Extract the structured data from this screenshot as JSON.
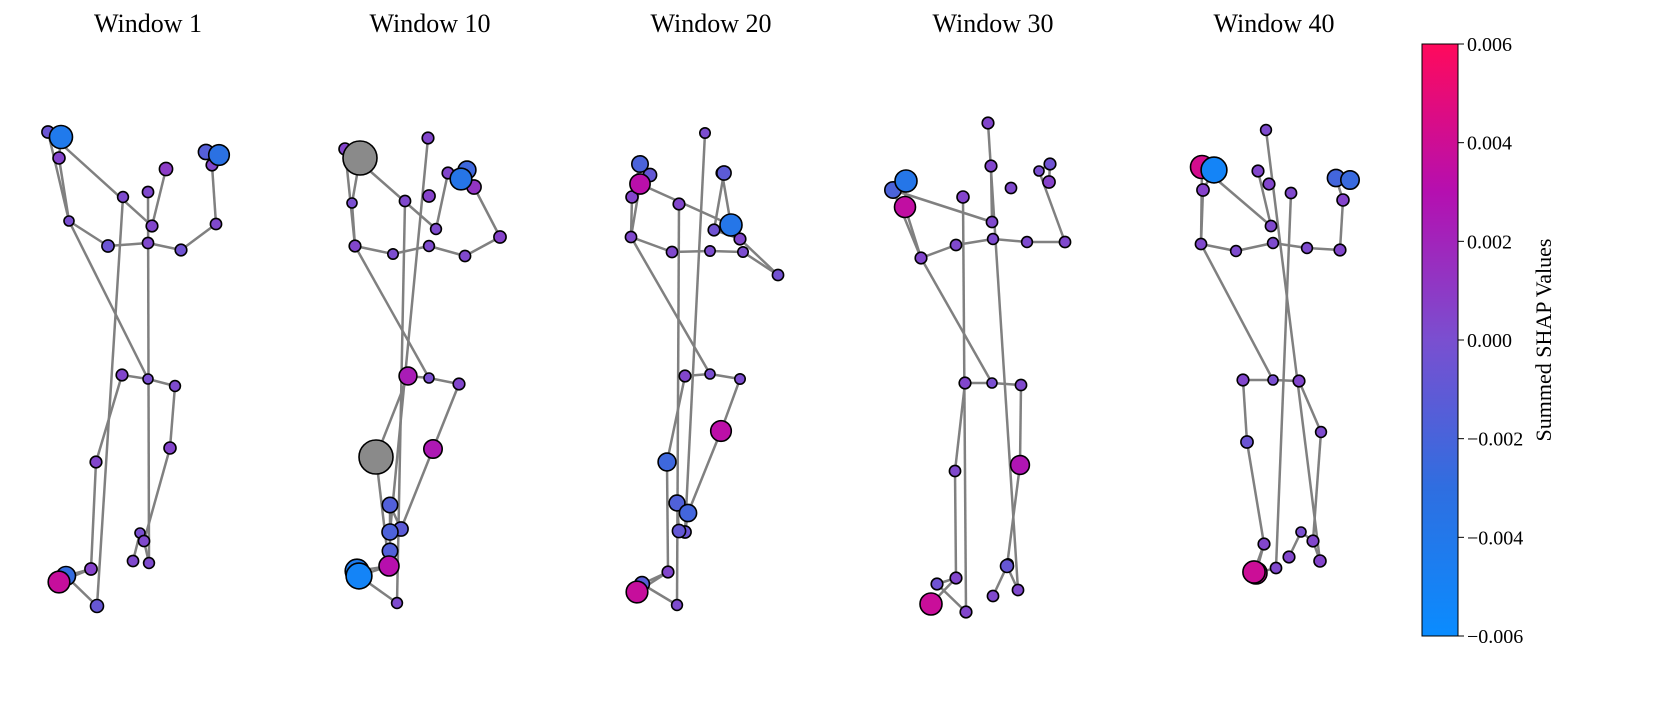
{
  "panels": [
    {
      "title": "Window 1",
      "edges": [
        [
          0,
          1
        ],
        [
          0,
          2
        ],
        [
          1,
          3
        ],
        [
          2,
          4
        ],
        [
          3,
          5
        ],
        [
          4,
          6
        ],
        [
          3,
          7
        ],
        [
          5,
          8
        ],
        [
          6,
          9
        ],
        [
          7,
          10
        ],
        [
          9,
          11
        ],
        [
          10,
          12
        ],
        [
          3,
          13
        ],
        [
          13,
          14
        ],
        [
          13,
          15
        ],
        [
          14,
          16
        ],
        [
          15,
          17
        ],
        [
          16,
          18
        ],
        [
          17,
          19
        ],
        [
          18,
          20
        ],
        [
          18,
          21
        ],
        [
          19,
          22
        ],
        [
          19,
          23
        ],
        [
          20,
          24
        ],
        [
          22,
          25
        ],
        [
          23,
          26
        ],
        [
          24,
          27
        ]
      ],
      "nodes": [
        [
          148,
          243,
          0.0003
        ],
        [
          108,
          246,
          -0.0006
        ],
        [
          181,
          250,
          -0.0004
        ],
        [
          69,
          221,
          0.0
        ],
        [
          216,
          224,
          0.0003
        ],
        [
          59,
          158,
          0.0005
        ],
        [
          212,
          165,
          0.0004
        ],
        [
          48,
          132,
          -0.0006
        ],
        [
          61,
          137,
          -0.0042
        ],
        [
          206,
          152,
          -0.0015
        ],
        [
          152,
          226,
          0.0004
        ],
        [
          219,
          155,
          -0.0033
        ],
        [
          166,
          169,
          0.0009
        ],
        [
          148,
          379,
          0.0
        ],
        [
          122,
          375,
          0.0004
        ],
        [
          175,
          386,
          0.0002
        ],
        [
          96,
          462,
          0.0004
        ],
        [
          170,
          448,
          0.0005
        ],
        [
          91,
          569,
          0.0006
        ],
        [
          144,
          541,
          0.0003
        ],
        [
          66,
          576,
          -0.0028
        ],
        [
          59,
          582,
          0.0037
        ],
        [
          140,
          533,
          0.0
        ],
        [
          149,
          563,
          0.0002
        ],
        [
          97,
          606,
          -0.0008
        ],
        [
          133,
          561,
          0.0003
        ],
        [
          148,
          192,
          0.0003
        ],
        [
          123,
          197,
          0.0002
        ]
      ]
    },
    {
      "title": "Window 10",
      "edges": [
        [
          0,
          1
        ],
        [
          0,
          2
        ],
        [
          1,
          3
        ],
        [
          2,
          4
        ],
        [
          3,
          5
        ],
        [
          4,
          6
        ],
        [
          3,
          7
        ],
        [
          5,
          8
        ],
        [
          6,
          9
        ],
        [
          7,
          10
        ],
        [
          9,
          11
        ],
        [
          10,
          12
        ],
        [
          3,
          13
        ],
        [
          13,
          14
        ],
        [
          13,
          15
        ],
        [
          14,
          16
        ],
        [
          15,
          17
        ],
        [
          16,
          18
        ],
        [
          17,
          19
        ],
        [
          18,
          20
        ],
        [
          18,
          21
        ],
        [
          19,
          22
        ],
        [
          19,
          23
        ],
        [
          20,
          24
        ],
        [
          22,
          25
        ],
        [
          23,
          26
        ],
        [
          24,
          27
        ]
      ],
      "nodes": [
        [
          429,
          246,
          0.0002
        ],
        [
          393,
          254,
          0.0001
        ],
        [
          465,
          256,
          0.0003
        ],
        [
          355,
          246,
          0.0004
        ],
        [
          500,
          237,
          0.0006
        ],
        [
          352,
          203,
          0.0
        ],
        [
          474,
          187,
          0.0012
        ],
        [
          345,
          149,
          0.0005
        ],
        [
          360,
          158,
          null
        ],
        [
          467,
          170,
          -0.0024
        ],
        [
          436,
          229,
          0.0002
        ],
        [
          461,
          179,
          -0.0037
        ],
        [
          448,
          173,
          0.0004
        ],
        [
          429,
          378,
          0.0
        ],
        [
          408,
          376,
          0.0024
        ],
        [
          459,
          384,
          0.0004
        ],
        [
          376,
          457,
          null
        ],
        [
          433,
          449,
          0.0026
        ],
        [
          389,
          566,
          0.0031
        ],
        [
          401,
          529,
          -0.0012
        ],
        [
          359,
          576,
          -0.0052
        ],
        [
          357,
          571,
          -0.0044
        ],
        [
          390,
          505,
          -0.0016
        ],
        [
          390,
          532,
          -0.0018
        ],
        [
          397,
          603,
          0.0002
        ],
        [
          390,
          551,
          -0.0016
        ],
        [
          428,
          138,
          0.0004
        ],
        [
          405,
          201,
          0.0003
        ],
        [
          429,
          196,
          0.0006
        ]
      ]
    },
    {
      "title": "Window 20",
      "edges": [
        [
          0,
          1
        ],
        [
          0,
          2
        ],
        [
          1,
          3
        ],
        [
          2,
          4
        ],
        [
          3,
          5
        ],
        [
          4,
          6
        ],
        [
          3,
          7
        ],
        [
          5,
          8
        ],
        [
          6,
          9
        ],
        [
          7,
          10
        ],
        [
          9,
          11
        ],
        [
          10,
          12
        ],
        [
          3,
          13
        ],
        [
          13,
          14
        ],
        [
          13,
          15
        ],
        [
          14,
          16
        ],
        [
          15,
          17
        ],
        [
          16,
          18
        ],
        [
          17,
          19
        ],
        [
          18,
          20
        ],
        [
          18,
          21
        ],
        [
          19,
          22
        ],
        [
          19,
          23
        ],
        [
          20,
          24
        ],
        [
          22,
          25
        ],
        [
          23,
          26
        ],
        [
          24,
          27
        ]
      ],
      "nodes": [
        [
          710,
          251,
          0.0001
        ],
        [
          672,
          252,
          0.0003
        ],
        [
          743,
          252,
          0.0001
        ],
        [
          631,
          237,
          0.0003
        ],
        [
          778,
          275,
          -0.0003
        ],
        [
          632,
          197,
          0.0005
        ],
        [
          740,
          239,
          0.0004
        ],
        [
          640,
          184,
          0.0032
        ],
        [
          640,
          164,
          -0.0019
        ],
        [
          714,
          230,
          -0.0004
        ],
        [
          731,
          225,
          -0.0038
        ],
        [
          724,
          173,
          -0.0012
        ],
        [
          722,
          173,
          0.0004
        ],
        [
          710,
          374,
          0.0
        ],
        [
          685,
          376,
          0.0004
        ],
        [
          740,
          379,
          0.0001
        ],
        [
          667,
          462,
          -0.0024
        ],
        [
          721,
          431,
          0.0033
        ],
        [
          668,
          572,
          0.0004
        ],
        [
          688,
          513,
          -0.0022
        ],
        [
          642,
          584,
          -0.0014
        ],
        [
          637,
          592,
          0.0037
        ],
        [
          677,
          503,
          -0.0017
        ],
        [
          685,
          532,
          -0.0006
        ],
        [
          677,
          605,
          0.0002
        ],
        [
          679,
          531,
          -0.0009
        ],
        [
          705,
          133,
          0.0001
        ],
        [
          679,
          204,
          0.0004
        ],
        [
          650,
          175,
          -0.0009
        ]
      ]
    },
    {
      "title": "Window 30",
      "edges": [
        [
          0,
          1
        ],
        [
          0,
          2
        ],
        [
          1,
          3
        ],
        [
          2,
          4
        ],
        [
          3,
          5
        ],
        [
          4,
          6
        ],
        [
          3,
          7
        ],
        [
          5,
          8
        ],
        [
          6,
          9
        ],
        [
          7,
          10
        ],
        [
          9,
          11
        ],
        [
          10,
          12
        ],
        [
          3,
          13
        ],
        [
          13,
          14
        ],
        [
          13,
          15
        ],
        [
          14,
          16
        ],
        [
          15,
          17
        ],
        [
          16,
          18
        ],
        [
          17,
          19
        ],
        [
          18,
          20
        ],
        [
          18,
          21
        ],
        [
          19,
          22
        ],
        [
          19,
          23
        ],
        [
          20,
          24
        ],
        [
          22,
          25
        ],
        [
          23,
          26
        ],
        [
          24,
          27
        ]
      ],
      "nodes": [
        [
          993,
          239,
          0.0002
        ],
        [
          956,
          245,
          0.0003
        ],
        [
          1027,
          242,
          0.0002
        ],
        [
          921,
          258,
          0.0004
        ],
        [
          1065,
          242,
          0.0003
        ],
        [
          905,
          207,
          0.0035
        ],
        [
          1039,
          171,
          0.0
        ],
        [
          893,
          190,
          -0.0019
        ],
        [
          906,
          181,
          -0.0038
        ],
        [
          1050,
          164,
          -0.0004
        ],
        [
          992,
          222,
          0.0003
        ],
        [
          1049,
          182,
          0.0006
        ],
        [
          991,
          166,
          0.0004
        ],
        [
          992,
          383,
          0.0
        ],
        [
          965,
          383,
          0.0004
        ],
        [
          1021,
          385,
          0.0003
        ],
        [
          955,
          471,
          0.0003
        ],
        [
          1020,
          465,
          0.0027
        ],
        [
          956,
          578,
          0.0004
        ],
        [
          1007,
          566,
          -0.0008
        ],
        [
          937,
          584,
          -0.0004
        ],
        [
          931,
          604,
          0.0038
        ],
        [
          1008,
          564,
          0.0001
        ],
        [
          1018,
          590,
          0.0003
        ],
        [
          966,
          612,
          0.0004
        ],
        [
          993,
          596,
          0.0003
        ],
        [
          988,
          123,
          0.0004
        ],
        [
          963,
          197,
          0.0005
        ],
        [
          1011,
          188,
          0.0003
        ]
      ]
    },
    {
      "title": "Window 40",
      "edges": [
        [
          0,
          1
        ],
        [
          0,
          2
        ],
        [
          1,
          3
        ],
        [
          2,
          4
        ],
        [
          3,
          5
        ],
        [
          4,
          6
        ],
        [
          3,
          7
        ],
        [
          5,
          8
        ],
        [
          6,
          9
        ],
        [
          7,
          10
        ],
        [
          9,
          11
        ],
        [
          10,
          12
        ],
        [
          3,
          13
        ],
        [
          13,
          14
        ],
        [
          13,
          15
        ],
        [
          14,
          16
        ],
        [
          15,
          17
        ],
        [
          16,
          18
        ],
        [
          17,
          19
        ],
        [
          18,
          20
        ],
        [
          18,
          21
        ],
        [
          19,
          22
        ],
        [
          19,
          23
        ],
        [
          20,
          24
        ],
        [
          22,
          25
        ],
        [
          23,
          26
        ],
        [
          24,
          27
        ]
      ],
      "nodes": [
        [
          1273,
          243,
          0.0002
        ],
        [
          1236,
          251,
          0.0002
        ],
        [
          1307,
          248,
          0.0002
        ],
        [
          1201,
          244,
          0.0003
        ],
        [
          1340,
          250,
          0.0004
        ],
        [
          1203,
          190,
          0.0006
        ],
        [
          1343,
          200,
          0.0005
        ],
        [
          1202,
          167,
          0.0042
        ],
        [
          1214,
          170,
          -0.0052
        ],
        [
          1336,
          178,
          -0.0022
        ],
        [
          1271,
          226,
          0.0003
        ],
        [
          1350,
          180,
          -0.0026
        ],
        [
          1258,
          171,
          0.0004
        ],
        [
          1273,
          380,
          0.0
        ],
        [
          1243,
          380,
          0.0004
        ],
        [
          1299,
          381,
          0.0004
        ],
        [
          1247,
          442,
          -0.0006
        ],
        [
          1321,
          432,
          0.0002
        ],
        [
          1264,
          544,
          0.0004
        ],
        [
          1313,
          541,
          0.0004
        ],
        [
          1256,
          573,
          0.0038
        ],
        [
          1254,
          572,
          0.0039
        ],
        [
          1301,
          532,
          0.0
        ],
        [
          1320,
          561,
          0.0005
        ],
        [
          1276,
          568,
          0.0003
        ],
        [
          1289,
          557,
          0.0004
        ],
        [
          1266,
          130,
          0.0002
        ],
        [
          1291,
          193,
          0.0003
        ],
        [
          1269,
          184,
          0.0004
        ]
      ]
    }
  ],
  "colorbar": {
    "label": "Summed SHAP Values",
    "min": -0.006,
    "max": 0.006,
    "ticks": [
      "0.006",
      "0.004",
      "0.002",
      "0.000",
      "−0.002",
      "−0.004",
      "−0.006"
    ],
    "tick_values": [
      0.006,
      0.004,
      0.002,
      0.0,
      -0.002,
      -0.004,
      -0.006
    ],
    "stops": [
      "#0a8cff",
      "#2f6ee0",
      "#7a4fd0",
      "#b50fb0",
      "#ff0a5c"
    ]
  },
  "colors": {
    "edge": "#808080",
    "missing": "#8a8a8a",
    "outline": "#000000"
  }
}
